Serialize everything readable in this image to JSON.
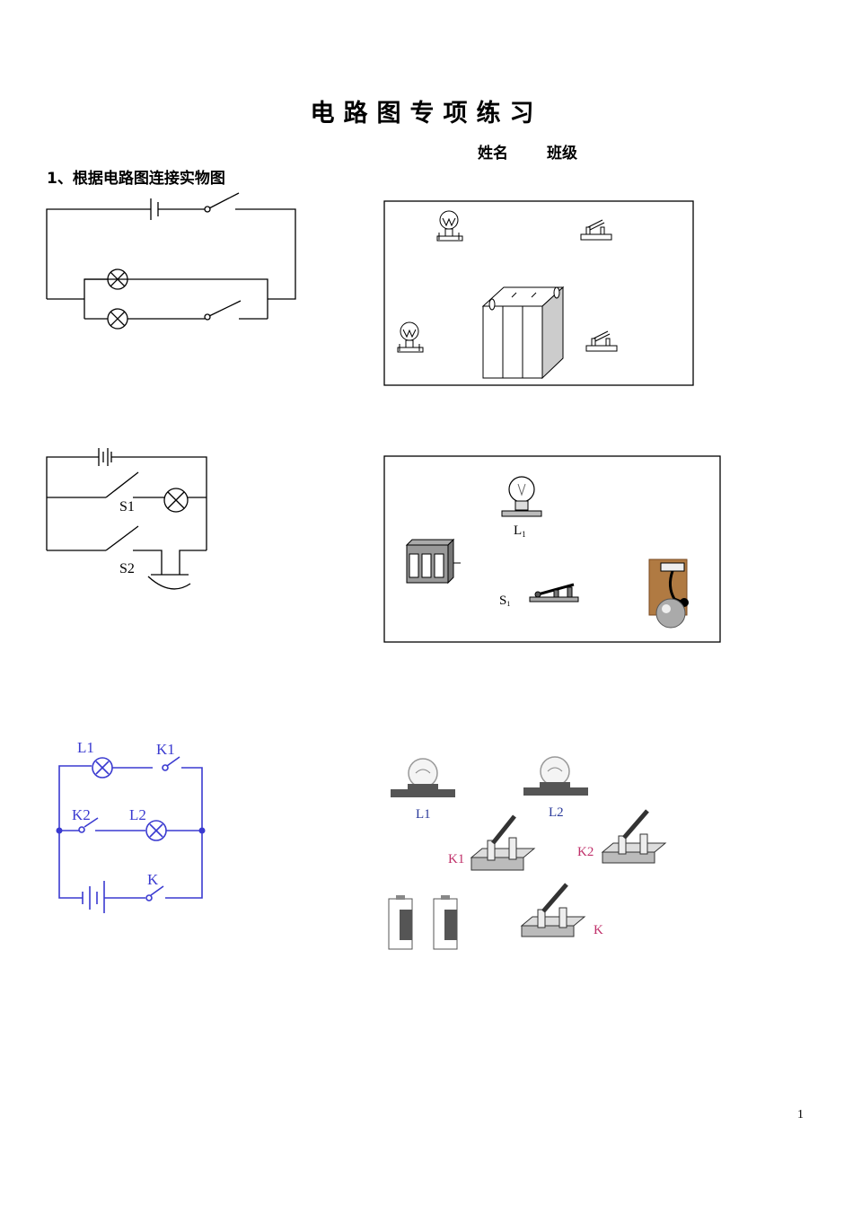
{
  "header": {
    "title": "电路图专项练习",
    "name_label": "姓名",
    "class_label": "班级"
  },
  "question1": {
    "label": "1、根据电路图连接实物图"
  },
  "figure2": {
    "switch1_label": "S1",
    "switch2_label": "S2",
    "lamp_label": "L",
    "lamp_sub": "1",
    "switch_label": "S",
    "switch_sub": "1"
  },
  "figure3": {
    "lamp1_label": "L1",
    "lamp2_label": "L2",
    "switch1_label": "K1",
    "switch2_label": "K2",
    "main_switch_label": "K",
    "circuit_color": "#3a3ad0",
    "label_pink": "#c0306a"
  },
  "footer": {
    "page_number": "1"
  }
}
